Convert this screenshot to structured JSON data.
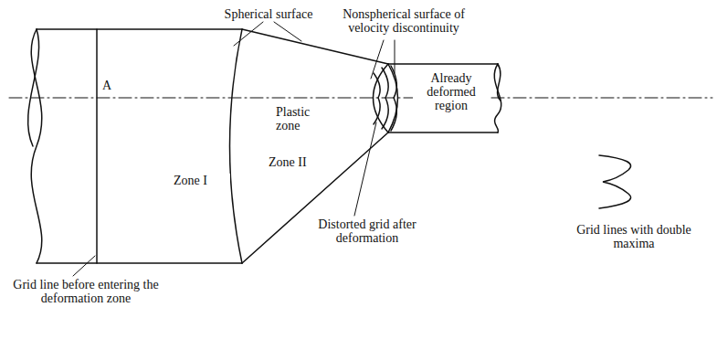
{
  "diagram": {
    "labels": [
      "Spherical surface",
      "Nonspherical surface of velocity discontinuity",
      "Plastic zone",
      "Already deformed region",
      "A",
      "Zone I",
      "Zone II",
      "Distorted grid after deformation",
      "Grid line before entering the deformation zone",
      "Grid lines with double maxima"
    ]
  }
}
